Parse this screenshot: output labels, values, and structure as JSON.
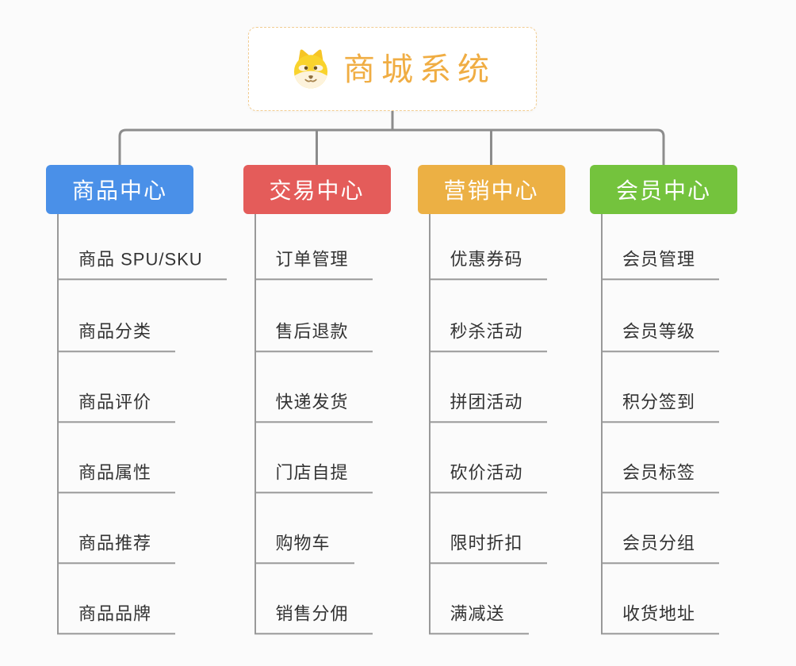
{
  "canvas": {
    "background": "#fbfbfb",
    "connector_color": "#8c8c8c",
    "line_color": "#999999"
  },
  "root": {
    "title": "商城系统",
    "icon": "doge-icon",
    "text_color": "#f0ad43",
    "border_color": "#f2cd92",
    "background": "#ffffff"
  },
  "branches": [
    {
      "label": "商品中心",
      "color": "#4a90e8",
      "children": [
        "商品 SPU/SKU",
        "商品分类",
        "商品评价",
        "商品属性",
        "商品推荐",
        "商品品牌"
      ]
    },
    {
      "label": "交易中心",
      "color": "#e45c5a",
      "children": [
        "订单管理",
        "售后退款",
        "快递发货",
        "门店自提",
        "购物车",
        "销售分佣"
      ]
    },
    {
      "label": "营销中心",
      "color": "#ecb044",
      "children": [
        "优惠券码",
        "秒杀活动",
        "拼团活动",
        "砍价活动",
        "限时折扣",
        "满减送"
      ]
    },
    {
      "label": "会员中心",
      "color": "#74c33d",
      "children": [
        "会员管理",
        "会员等级",
        "积分签到",
        "会员标签",
        "会员分组",
        "收货地址"
      ]
    }
  ]
}
